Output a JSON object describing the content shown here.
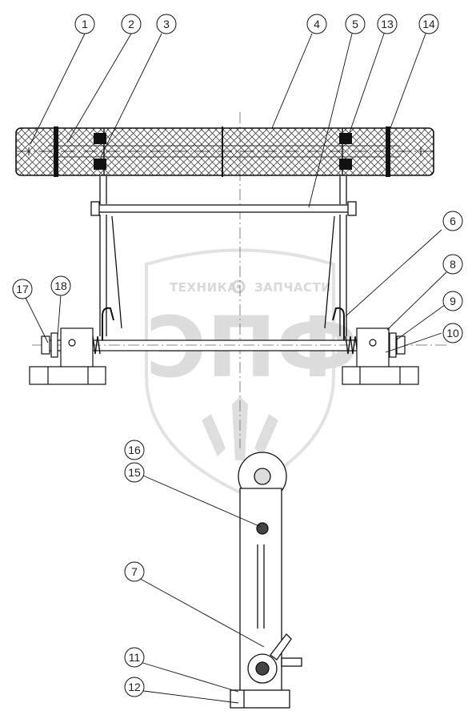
{
  "watermark": {
    "text_left": "ТЕХНИКА",
    "text_right": "ЗАПЧАСТИ",
    "big_text": "ЭПФ",
    "icon": "gear-icon",
    "color": "#d9d9d9"
  },
  "callouts": [
    {
      "id": "c1",
      "label": "1"
    },
    {
      "id": "c2",
      "label": "2"
    },
    {
      "id": "c3",
      "label": "3"
    },
    {
      "id": "c4",
      "label": "4"
    },
    {
      "id": "c5",
      "label": "5"
    },
    {
      "id": "c13",
      "label": "13"
    },
    {
      "id": "c14",
      "label": "14"
    },
    {
      "id": "c6",
      "label": "6"
    },
    {
      "id": "c8",
      "label": "8"
    },
    {
      "id": "c9",
      "label": "9"
    },
    {
      "id": "c10",
      "label": "10"
    },
    {
      "id": "c17",
      "label": "17"
    },
    {
      "id": "c18",
      "label": "18"
    },
    {
      "id": "c16",
      "label": "16"
    },
    {
      "id": "c15",
      "label": "15"
    },
    {
      "id": "c7",
      "label": "7"
    },
    {
      "id": "c11",
      "label": "11"
    },
    {
      "id": "c12",
      "label": "12"
    }
  ],
  "line_color": "#111111",
  "hatch_color": "#333333"
}
